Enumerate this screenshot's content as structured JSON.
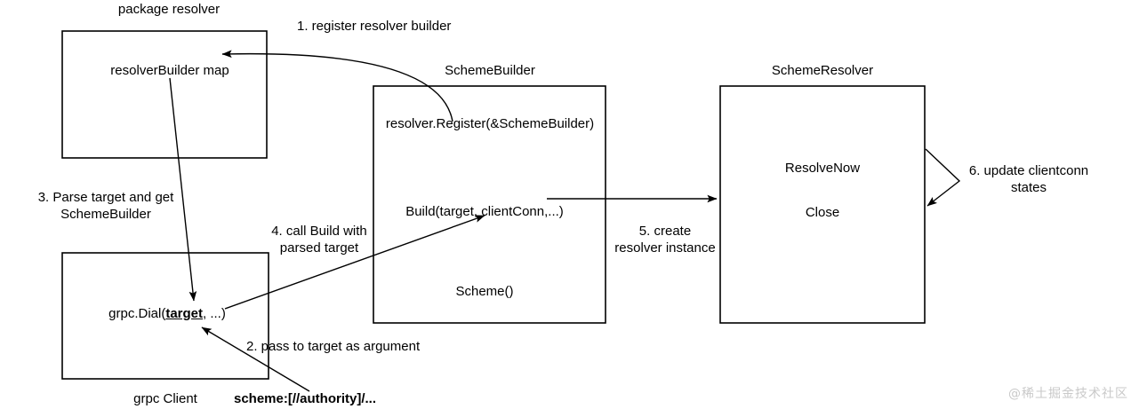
{
  "diagram": {
    "title_labels": {
      "package_resolver": "package resolver",
      "scheme_builder": "SchemeBuilder",
      "scheme_resolver": "SchemeResolver",
      "grpc_client": "grpc Client",
      "target_string": "scheme:[//authority]/..."
    },
    "boxes": [
      {
        "id": "resolver-builder-map",
        "caption": "package resolver",
        "lines": [
          "resolverBuilder map"
        ]
      },
      {
        "id": "scheme-builder",
        "caption": "SchemeBuilder",
        "lines": [
          "resolver.Register(&SchemeBuilder)",
          "Build(target, clientConn,...)",
          "Scheme()"
        ]
      },
      {
        "id": "scheme-resolver",
        "caption": "SchemeResolver",
        "lines": [
          "ResolveNow",
          "Close"
        ]
      },
      {
        "id": "grpc-client",
        "caption": "grpc Client",
        "lines": [
          "grpc.Dial(target, ...)"
        ]
      }
    ],
    "box_text": {
      "resolver_builder_map": "resolverBuilder map",
      "resolver_register": "resolver.Register(&SchemeBuilder)",
      "build": "Build(target, clientConn,...)",
      "scheme": "Scheme()",
      "resolve_now": "ResolveNow",
      "close": "Close",
      "grpc_dial_prefix": "grpc.Dial(",
      "grpc_dial_target": "target",
      "grpc_dial_suffix": ", ...)"
    },
    "steps": [
      {
        "n": "1",
        "text": "1. register resolver builder"
      },
      {
        "n": "2",
        "text": "2. pass to target as argument"
      },
      {
        "n": "3",
        "line1": "3. Parse target and get",
        "line2": "SchemeBuilder"
      },
      {
        "n": "4",
        "line1": "4. call Build with",
        "line2": "parsed target"
      },
      {
        "n": "5",
        "line1": "5. create",
        "line2": "resolver instance"
      },
      {
        "n": "6",
        "line1": "6. update clientconn",
        "line2": "states"
      }
    ],
    "step_text": {
      "s1": "1. register resolver builder",
      "s2": "2. pass to target as argument",
      "s3_l1": "3. Parse target and get",
      "s3_l2": "SchemeBuilder",
      "s4_l1": "4. call Build with",
      "s4_l2": "parsed target",
      "s5_l1": "5. create",
      "s5_l2": "resolver instance",
      "s6_l1": "6. update clientconn",
      "s6_l2": "states"
    },
    "watermark": "@稀土掘金技术社区",
    "colors": {
      "stroke": "#000000",
      "background": "#ffffff",
      "text": "#000000",
      "watermark": "#c9c9c9"
    }
  }
}
